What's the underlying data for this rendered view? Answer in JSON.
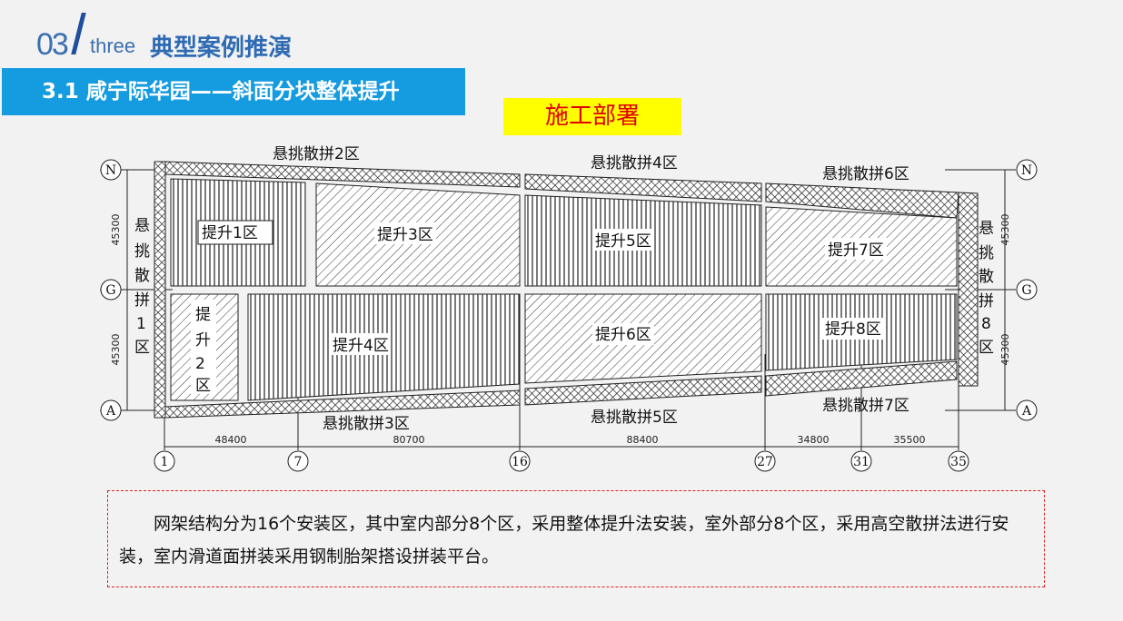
{
  "header": {
    "number": "03",
    "number_word": "three",
    "section_title": "典型案例推演",
    "subtitle": "3.1 咸宁际华园——斜面分块整体提升"
  },
  "badge": "施工部署",
  "diagram": {
    "axes_rows": [
      "N",
      "G",
      "A"
    ],
    "axes_cols": [
      "1",
      "7",
      "16",
      "27",
      "31",
      "35"
    ],
    "dims_cols": [
      "48400",
      "80700",
      "88400",
      "34800",
      "35500"
    ],
    "dims_rows": [
      "45300",
      "45300"
    ],
    "zones": {
      "z1": "提升1区",
      "z2": [
        "提",
        "升",
        "2",
        "区"
      ],
      "z3": "提升3区",
      "z4": "提升4区",
      "z5": "提升5区",
      "z6": "提升6区",
      "z7": "提升7区",
      "z8": "提升8区"
    },
    "cant": {
      "c1": [
        "悬",
        "挑",
        "散",
        "拼",
        "1",
        "区"
      ],
      "c8": [
        "悬",
        "挑",
        "散",
        "拼",
        "8",
        "区"
      ],
      "c2": "悬挑散拼2区",
      "c3": "悬挑散拼3区",
      "c4": "悬挑散拼4区",
      "c5": "悬挑散拼5区",
      "c6": "悬挑散拼6区",
      "c7": "悬挑散拼7区"
    }
  },
  "description": "网架结构分为16个安装区，其中室内部分8个区，采用整体提升法安装，室外部分8个区，采用高空散拼法进行安装，室内滑道面拼装采用钢制胎架搭设拼装平台。"
}
